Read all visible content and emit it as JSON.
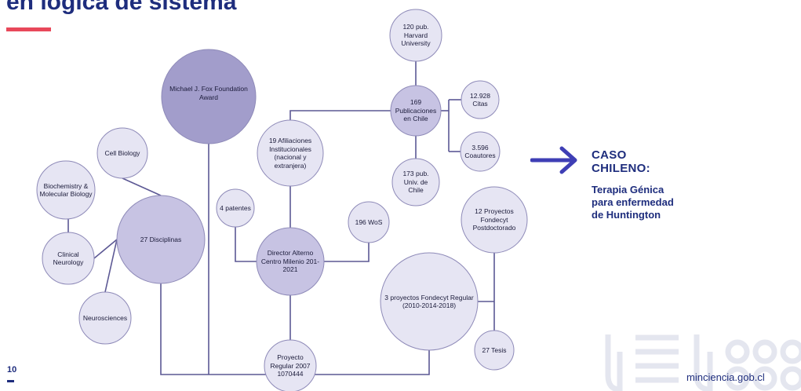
{
  "slide": {
    "title": "en lógica de sistema",
    "page_number": "10",
    "footer_url": "minciencia.gob.cl"
  },
  "colors": {
    "title": "#1e2d7d",
    "accent": "#e8485a",
    "node_dark": "#a29dcb",
    "node_mid": "#c7c3e3",
    "node_light": "#e6e5f3",
    "node_stroke": "#8e8ab8",
    "line": "#5c5894",
    "arrow": "#3e3eb5"
  },
  "diagram": {
    "nodes": [
      {
        "id": "fox",
        "label": "Michael J. Fox Foundation\nAward",
        "shade": "dark"
      },
      {
        "id": "disciplinas",
        "label": "27 Disciplinas",
        "shade": "mid"
      },
      {
        "id": "cell",
        "label": "Cell Biology",
        "shade": "light"
      },
      {
        "id": "biochem",
        "label": "Biochemistry &\nMolecular Biology",
        "shade": "light"
      },
      {
        "id": "clinical",
        "label": "Clinical\nNeurology",
        "shade": "light"
      },
      {
        "id": "neuro",
        "label": "Neurosciences",
        "shade": "light"
      },
      {
        "id": "afiliaciones",
        "label": "19 Afiliaciones\nInstitucionales\n(nacional y\nextranjera)",
        "shade": "light"
      },
      {
        "id": "patentes",
        "label": "4 patentes",
        "shade": "light"
      },
      {
        "id": "director",
        "label": "Director Alterno\nCentro Milenio 201-\n2021",
        "shade": "mid"
      },
      {
        "id": "wos",
        "label": "196 WoS",
        "shade": "light"
      },
      {
        "id": "harvard",
        "label": "120 pub.\nHarvard\nUniversity",
        "shade": "light"
      },
      {
        "id": "publicaciones",
        "label": "169\nPublicaciones\nen Chile",
        "shade": "mid"
      },
      {
        "id": "uchile",
        "label": "173 pub.\nUniv. de\nChile",
        "shade": "light"
      },
      {
        "id": "citas",
        "label": "12.928\nCitas",
        "shade": "light"
      },
      {
        "id": "coautores",
        "label": "3.596\nCoautores",
        "shade": "light"
      },
      {
        "id": "fondecyt_post",
        "label": "12 Proyectos\nFondecyt\nPostdoctorado",
        "shade": "light"
      },
      {
        "id": "fondecyt_reg",
        "label": "3 proyectos Fondecyt Regular\n(2010-2014-2018)",
        "shade": "light"
      },
      {
        "id": "tesis",
        "label": "27 Tesis",
        "shade": "light"
      },
      {
        "id": "proyecto",
        "label": "Proyecto\nRegular 2007\n1070444",
        "shade": "light"
      }
    ]
  },
  "callout": {
    "heading": "CASO\nCHILENO:",
    "subtitle": "Terapia Génica\npara enfermedad\nde Huntington"
  }
}
